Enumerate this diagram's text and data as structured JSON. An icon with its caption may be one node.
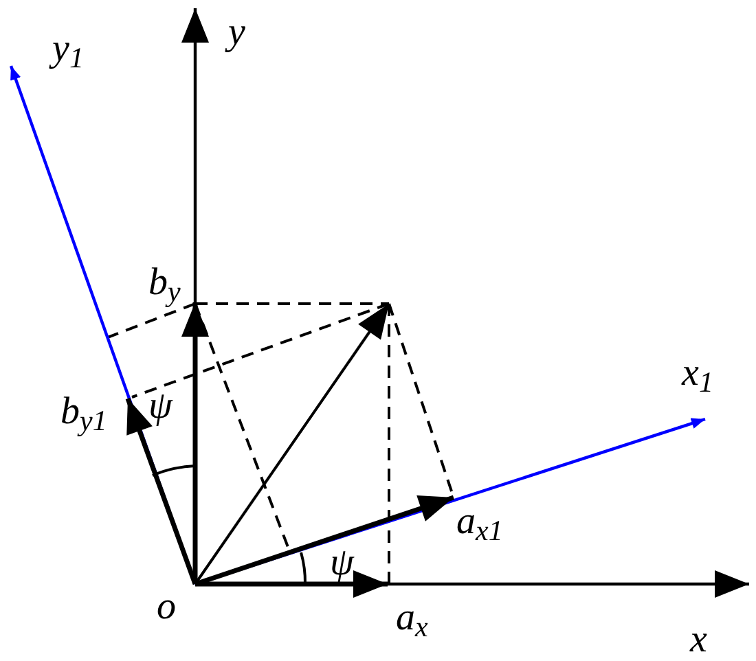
{
  "diagram": {
    "labels": [
      "y",
      "y$_{1}$",
      "b$_{y}$",
      "b$_{y1}$",
      "ψ",
      "x$_{1}$",
      "a$_{x1}$",
      "o",
      "ψ",
      "a$_{x}$",
      "x"
    ]
  }
}
